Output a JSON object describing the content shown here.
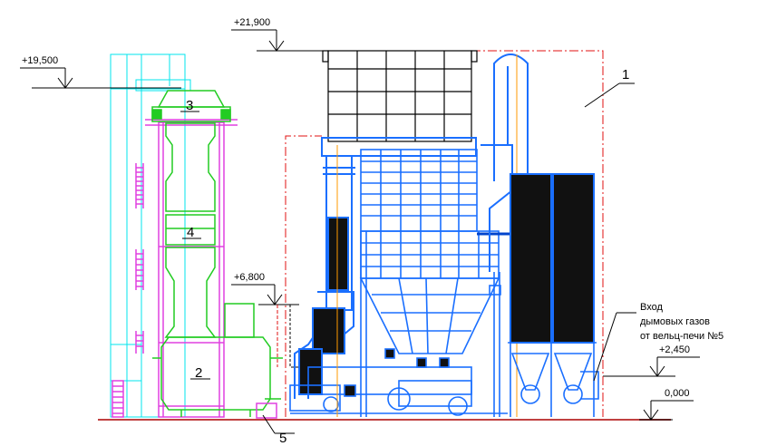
{
  "levels": {
    "l21900": "+21,900",
    "l19500": "+19,500",
    "l6800": "+6,800",
    "l2450": "+2,450",
    "l0000": "0,000"
  },
  "callouts": {
    "c1": "1",
    "c2": "2",
    "c3": "3",
    "c4": "4",
    "c5": "5"
  },
  "inlet_note": {
    "line1": "Вход",
    "line2": "дымовых газов",
    "line3": "от вельц-печи №5"
  },
  "colors": {
    "cyan": "#00e5ee",
    "magenta": "#e040e0",
    "green": "#22cc22",
    "blue": "#1a6fff",
    "dark_blue": "#0044cc",
    "black_fill": "#111111",
    "red_dashdot": "#e01010",
    "orange": "#ff9900"
  }
}
